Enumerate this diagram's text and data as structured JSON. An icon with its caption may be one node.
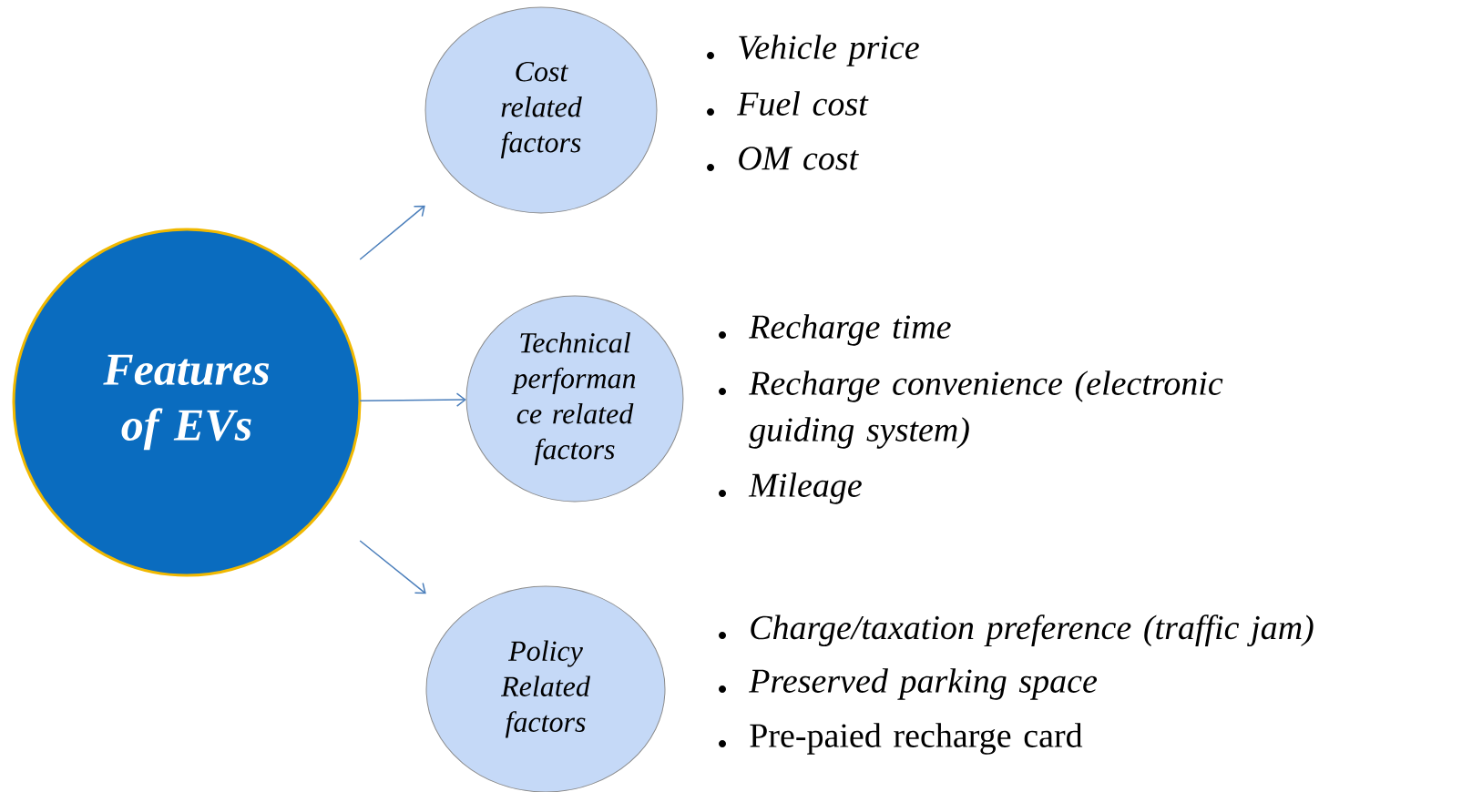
{
  "diagram": {
    "nodes": [
      {
        "text": [
          "Features of EVs"
        ]
      },
      {
        "text": [
          "Cost related factors"
        ]
      },
      {
        "text": [
          "Technical performan ce related factors"
        ]
      },
      {
        "text": [
          "Policy Related factors"
        ]
      }
    ],
    "edges": [
      {
        "from": 0,
        "to": 1,
        "arrow": "to"
      },
      {
        "from": 0,
        "to": 2,
        "arrow": "to"
      },
      {
        "from": 0,
        "to": 3,
        "arrow": "to"
      }
    ],
    "labels": [
      "Vehicle price",
      "Fuel cost",
      "OM cost",
      "Recharge time",
      "Recharge convenience (electronic guiding system)",
      "Mileage",
      "Charge/taxation preference (traffic jam)",
      "Preserved parking space",
      "Pre-paied recharge card"
    ]
  }
}
